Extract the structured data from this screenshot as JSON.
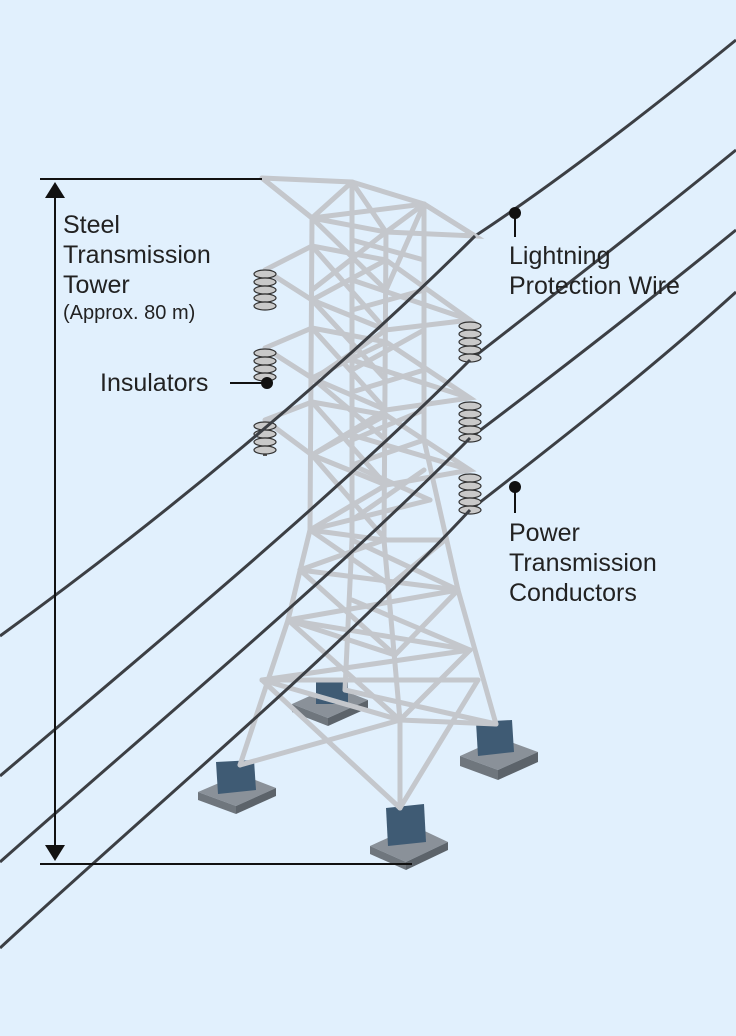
{
  "tower_label": {
    "lines": [
      "Steel",
      "Transmission",
      "Tower"
    ],
    "note": "(Approx. 80 m)"
  },
  "insulators_label": "Insulators",
  "ground_wire_label": {
    "lines": [
      "Lightning",
      "Protection Wire"
    ]
  },
  "conductors_label": {
    "lines": [
      "Power",
      "Transmission",
      "Conductors"
    ]
  },
  "colors": {
    "background": "#e1f0fd",
    "steel": "#c4c7cc",
    "wire": "#3c3f44",
    "footing_top": "#8a9199",
    "footing_block": "#3f5b74",
    "leader": "#111111"
  }
}
